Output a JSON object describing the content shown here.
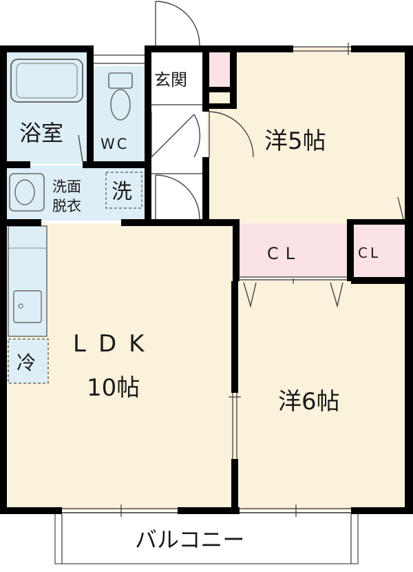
{
  "colors": {
    "room_fill": "#fbf2dc",
    "wet_fill": "#ddeef6",
    "closet_fill": "#fbe2e6",
    "wall": "#000000",
    "fixture_stroke": "#6a6a6a"
  },
  "rooms": {
    "genkan": "玄関",
    "bath": "浴室",
    "wc": "WC",
    "washroom_line1": "洗面",
    "washroom_line2": "脱衣",
    "washer": "洗",
    "western_5": "洋5帖",
    "closet_large": "CL",
    "closet_small": "CL",
    "fridge": "冷",
    "ldk_line1": "LDK",
    "ldk_line2": "10帖",
    "western_6": "洋6帖",
    "balcony": "バルコニー"
  }
}
